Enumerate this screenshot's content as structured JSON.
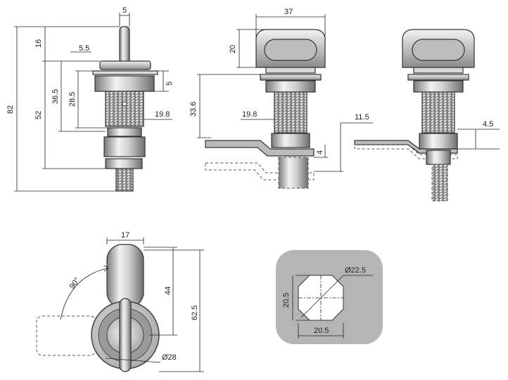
{
  "dimensions": {
    "handle_width": "5",
    "handle_height": "16",
    "flange_gap": "5.5",
    "overall_length": "82",
    "body_length": "52",
    "thread_length_outer": "36.5",
    "thread_length_inner": "28.5",
    "nut_thickness": "5",
    "thread_diameter": "19.8",
    "knob_width": "37",
    "knob_height": "20",
    "cam_offset": "33.6",
    "thread_diameter_2": "19.8",
    "cam_step": "11.5",
    "cam_thickness": "4",
    "cam_offset_small": "4.5",
    "cam_width": "17",
    "cam_length": "44",
    "cam_reach": "62.5",
    "rotation_angle": "90°",
    "flange_diameter": "Ø28",
    "cutout_diameter": "Ø22.5",
    "cutout_height": "20.5",
    "cutout_width": "20.5"
  },
  "colors": {
    "steel_light": "#e8e8e8",
    "steel_dark": "#8a8a8a",
    "panel_gray": "#b5b5b5"
  }
}
